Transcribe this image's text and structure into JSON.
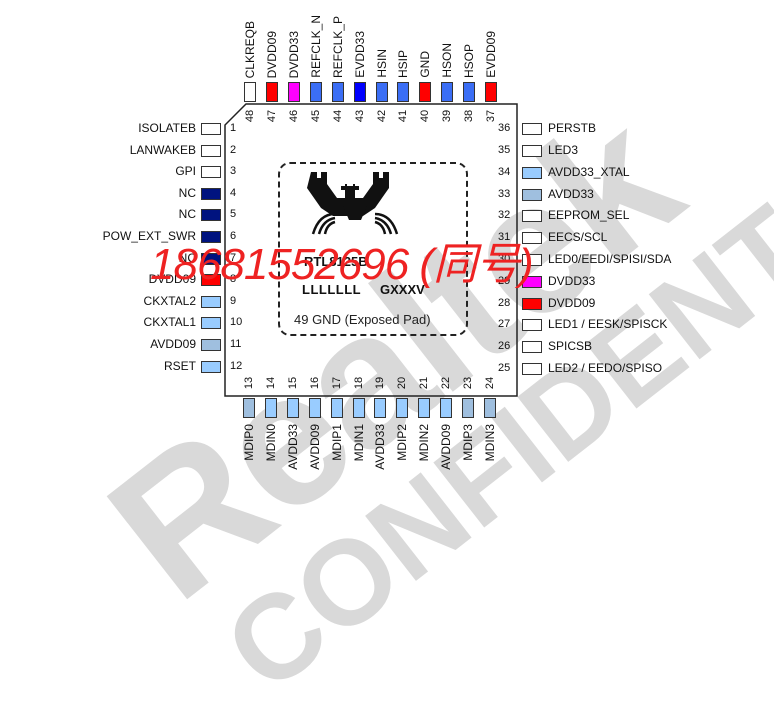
{
  "watermark": {
    "line1": "Realtek",
    "line2": "CONFIDENTIAL",
    "color": "#d9d9d9"
  },
  "overlay_text": "18681552696 (同号)",
  "chip": {
    "part_number": "RTL8125B",
    "lot_code": "LLLLLLL",
    "date_code": "GXXXV",
    "exposed_pad": "49  GND  (Exposed Pad)"
  },
  "colors": {
    "white": "#ffffff",
    "red": "#ff0000",
    "magenta": "#ff00ff",
    "blue": "#3b6ef5",
    "dark_blue": "#0000cc",
    "navy": "#00137f",
    "light_blue": "#99ccff",
    "gray_blue": "#9fbfdf"
  },
  "pins_left": [
    {
      "num": "1",
      "name": "ISOLATEB",
      "color": "#ffffff"
    },
    {
      "num": "2",
      "name": "LANWAKEB",
      "color": "#ffffff"
    },
    {
      "num": "3",
      "name": "GPI",
      "color": "#ffffff"
    },
    {
      "num": "4",
      "name": "NC",
      "color": "#00137f"
    },
    {
      "num": "5",
      "name": "NC",
      "color": "#00137f"
    },
    {
      "num": "6",
      "name": "POW_EXT_SWR",
      "color": "#00137f"
    },
    {
      "num": "7",
      "name": "NC",
      "color": "#00137f"
    },
    {
      "num": "8",
      "name": "DVDD09",
      "color": "#ff0000"
    },
    {
      "num": "9",
      "name": "CKXTAL2",
      "color": "#99ccff"
    },
    {
      "num": "10",
      "name": "CKXTAL1",
      "color": "#99ccff"
    },
    {
      "num": "11",
      "name": "AVDD09",
      "color": "#9fbfdf"
    },
    {
      "num": "12",
      "name": "RSET",
      "color": "#99ccff"
    }
  ],
  "pins_bottom": [
    {
      "num": "13",
      "name": "MDIP0",
      "color": "#9fbfdf"
    },
    {
      "num": "14",
      "name": "MDIN0",
      "color": "#99ccff"
    },
    {
      "num": "15",
      "name": "AVDD33",
      "color": "#99ccff"
    },
    {
      "num": "16",
      "name": "AVDD09",
      "color": "#99ccff"
    },
    {
      "num": "17",
      "name": "MDIP1",
      "color": "#99ccff"
    },
    {
      "num": "18",
      "name": "MDIN1",
      "color": "#99ccff"
    },
    {
      "num": "19",
      "name": "AVDD33",
      "color": "#99ccff"
    },
    {
      "num": "20",
      "name": "MDIP2",
      "color": "#99ccff"
    },
    {
      "num": "21",
      "name": "MDIN2",
      "color": "#99ccff"
    },
    {
      "num": "22",
      "name": "AVDD09",
      "color": "#99ccff"
    },
    {
      "num": "23",
      "name": "MDIP3",
      "color": "#9fbfdf"
    },
    {
      "num": "24",
      "name": "MDIN3",
      "color": "#9fbfdf"
    }
  ],
  "pins_right": [
    {
      "num": "25",
      "name": "LED2 / EEDO/SPISO",
      "color": "#ffffff"
    },
    {
      "num": "26",
      "name": "SPICSB",
      "color": "#ffffff"
    },
    {
      "num": "27",
      "name": "LED1 / EESK/SPISCK",
      "color": "#ffffff"
    },
    {
      "num": "28",
      "name": "DVDD09",
      "color": "#ff0000"
    },
    {
      "num": "29",
      "name": "DVDD33",
      "color": "#ff00ff"
    },
    {
      "num": "30",
      "name": "LED0/EEDI/SPISI/SDA",
      "color": "#ffffff"
    },
    {
      "num": "31",
      "name": "EECS/SCL",
      "color": "#ffffff"
    },
    {
      "num": "32",
      "name": "EEPROM_SEL",
      "color": "#ffffff"
    },
    {
      "num": "33",
      "name": "AVDD33",
      "color": "#9fbfdf"
    },
    {
      "num": "34",
      "name": "AVDD33_XTAL",
      "color": "#99ccff"
    },
    {
      "num": "35",
      "name": "LED3",
      "color": "#ffffff"
    },
    {
      "num": "36",
      "name": "PERSTB",
      "color": "#ffffff"
    }
  ],
  "pins_top": [
    {
      "num": "37",
      "name": "EVDD09",
      "color": "#ff0000"
    },
    {
      "num": "38",
      "name": "HSOP",
      "color": "#3b6ef5"
    },
    {
      "num": "39",
      "name": "HSON",
      "color": "#3b6ef5"
    },
    {
      "num": "40",
      "name": "GND",
      "color": "#ff0000"
    },
    {
      "num": "41",
      "name": "HSIP",
      "color": "#3b6ef5"
    },
    {
      "num": "42",
      "name": "HSIN",
      "color": "#3b6ef5"
    },
    {
      "num": "43",
      "name": "EVDD33",
      "color": "#0000ff"
    },
    {
      "num": "44",
      "name": "REFCLK_P",
      "color": "#3b6ef5"
    },
    {
      "num": "45",
      "name": "REFCLK_N",
      "color": "#3b6ef5"
    },
    {
      "num": "46",
      "name": "DVDD33",
      "color": "#ff00ff"
    },
    {
      "num": "47",
      "name": "DVDD09",
      "color": "#ff0000"
    },
    {
      "num": "48",
      "name": "CLKREQB",
      "color": "#ffffff"
    }
  ]
}
